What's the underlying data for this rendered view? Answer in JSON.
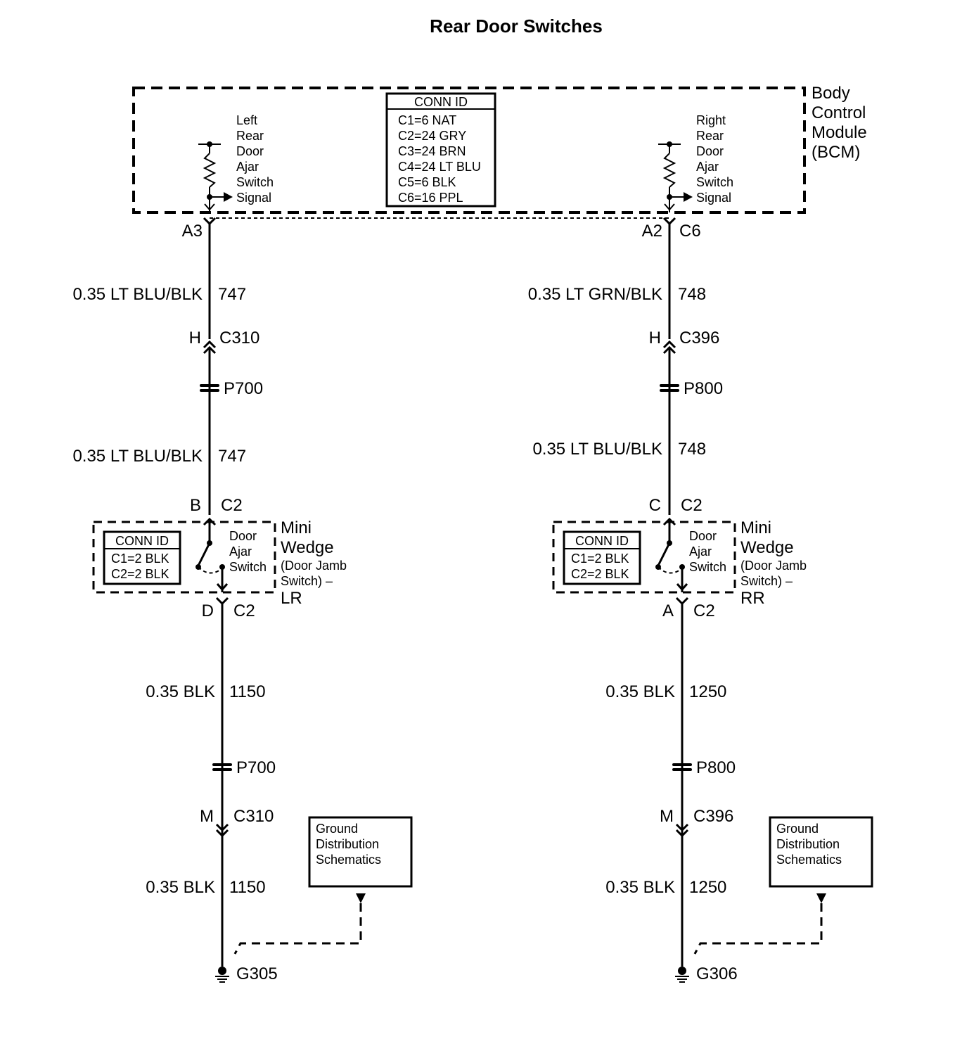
{
  "title": "Rear Door Switches",
  "bcm": {
    "label_lines": [
      "Body",
      "Control",
      "Module",
      "(BCM)"
    ],
    "conn_id": {
      "header": "CONN ID",
      "rows": [
        "C1=6 NAT",
        "C2=24 GRY",
        "C3=24 BRN",
        "C4=24 LT BLU",
        "C5=6 BLK",
        "C6=16 PPL"
      ]
    },
    "left_signal_lines": [
      "Left",
      "Rear",
      "Door",
      "Ajar",
      "Switch",
      "Signal"
    ],
    "right_signal_lines": [
      "Right",
      "Rear",
      "Door",
      "Ajar",
      "Switch",
      "Signal"
    ]
  },
  "left": {
    "bcm_pin": "A3",
    "wire1": {
      "gauge": "0.35 LT BLU/BLK",
      "circuit": "747"
    },
    "conn1": {
      "pin": "H",
      "id": "C310"
    },
    "pass1": "P700",
    "wire2": {
      "gauge": "0.35 LT BLU/BLK",
      "circuit": "747"
    },
    "sw_in": {
      "pin": "B",
      "id": "C2"
    },
    "switch": {
      "conn_header": "CONN ID",
      "conn_rows": [
        "C1=2 BLK",
        "C2=2 BLK"
      ],
      "label_lines": [
        "Door",
        "Ajar",
        "Switch"
      ],
      "name_lines": [
        "Mini",
        "Wedge"
      ],
      "desc_lines": [
        "(Door Jamb",
        "Switch) –"
      ],
      "side": "LR"
    },
    "sw_out": {
      "pin": "D",
      "id": "C2"
    },
    "wire3": {
      "gauge": "0.35 BLK",
      "circuit": "1150"
    },
    "pass2": "P700",
    "conn2": {
      "pin": "M",
      "id": "C310"
    },
    "wire4": {
      "gauge": "0.35 BLK",
      "circuit": "1150"
    },
    "ground": "G305",
    "ref_lines": [
      "Ground",
      "Distribution",
      "Schematics"
    ]
  },
  "right": {
    "bcm_pin": "A2",
    "bcm_conn": "C6",
    "wire1": {
      "gauge": "0.35 LT GRN/BLK",
      "circuit": "748"
    },
    "conn1": {
      "pin": "H",
      "id": "C396"
    },
    "pass1": "P800",
    "wire2": {
      "gauge": "0.35 LT BLU/BLK",
      "circuit": "748"
    },
    "sw_in": {
      "pin": "C",
      "id": "C2"
    },
    "switch": {
      "conn_header": "CONN ID",
      "conn_rows": [
        "C1=2 BLK",
        "C2=2 BLK"
      ],
      "label_lines": [
        "Door",
        "Ajar",
        "Switch"
      ],
      "name_lines": [
        "Mini",
        "Wedge"
      ],
      "desc_lines": [
        "(Door Jamb",
        "Switch) –"
      ],
      "side": "RR"
    },
    "sw_out": {
      "pin": "A",
      "id": "C2"
    },
    "wire3": {
      "gauge": "0.35 BLK",
      "circuit": "1250"
    },
    "pass2": "P800",
    "conn2": {
      "pin": "M",
      "id": "C396"
    },
    "wire4": {
      "gauge": "0.35 BLK",
      "circuit": "1250"
    },
    "ground": "G306",
    "ref_lines": [
      "Ground",
      "Distribution",
      "Schematics"
    ]
  }
}
